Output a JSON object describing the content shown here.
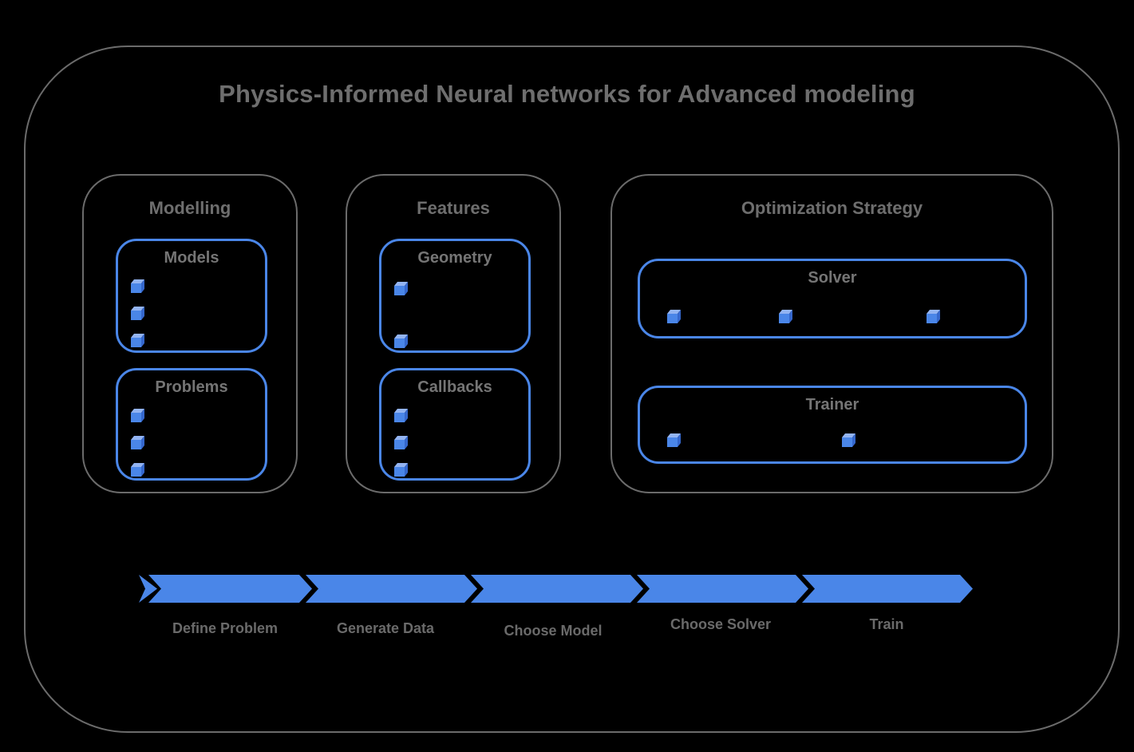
{
  "title": "Physics-Informed Neural networks for Advanced modeling",
  "colors": {
    "background": "#000000",
    "outer_border_gray": "#6b6b6b",
    "text_gray": "#6e6e6e",
    "accent_blue": "#4a86e8",
    "cube_front": "#4a86e8",
    "cube_top": "#93b4f2",
    "cube_side": "#3567cc"
  },
  "sections": [
    {
      "label": "Modelling",
      "groups": [
        {
          "label": "Models",
          "cube_count": 3
        },
        {
          "label": "Problems",
          "cube_count": 3
        }
      ]
    },
    {
      "label": "Features",
      "groups": [
        {
          "label": "Geometry",
          "cube_count": 2
        },
        {
          "label": "Callbacks",
          "cube_count": 3
        }
      ]
    },
    {
      "label": "Optimization Strategy",
      "groups": [
        {
          "label": "Solver",
          "cube_count": 3
        },
        {
          "label": "Trainer",
          "cube_count": 2
        }
      ]
    }
  ],
  "workflow": {
    "steps": [
      {
        "label": "Define Problem"
      },
      {
        "label": "Generate Data"
      },
      {
        "label": "Choose Model"
      },
      {
        "label": "Choose Solver"
      },
      {
        "label": "Train"
      }
    ]
  }
}
